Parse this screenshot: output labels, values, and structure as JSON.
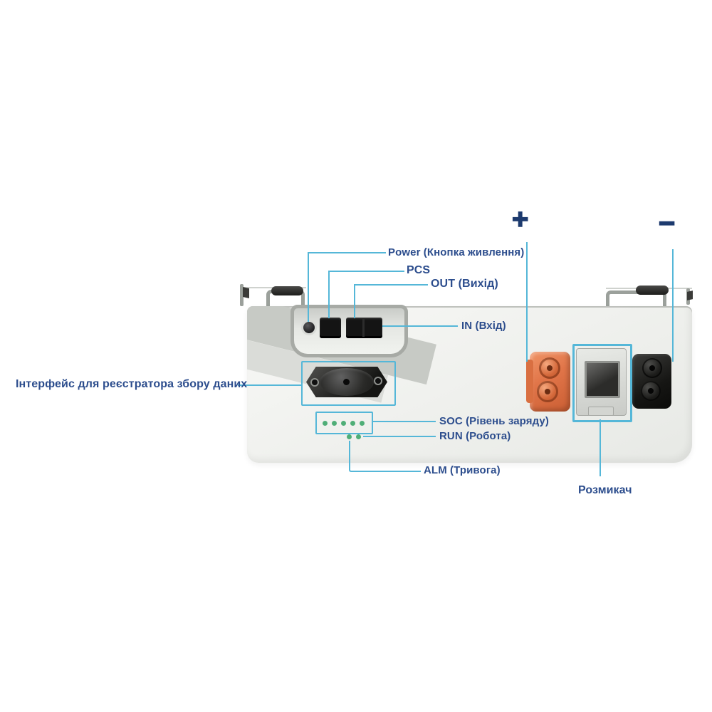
{
  "diagram": {
    "labels": {
      "power": "Power (Кнопка живлення)",
      "pcs": "PCS",
      "out": "OUT (Вихід)",
      "in": "IN (Вхід)",
      "data_logger": "Інтерфейс для реєстратора збору даних",
      "soc": "SOC (Рівень заряду)",
      "run": "RUN (Робота)",
      "alm": "ALM (Тривога)",
      "breaker": "Розмикач",
      "plus": "+",
      "minus": "−"
    },
    "soc_led_count": 5,
    "colors": {
      "annotation_cyan": "#55b7d8",
      "label_navy": "#2c4d8d",
      "terminal_symbol_navy": "#1d3a6e",
      "led_green": "#4fae77",
      "positive_terminal_orange": "#e07448",
      "negative_terminal_black": "#161614",
      "device_body_gray": "#f1f2ef"
    }
  }
}
